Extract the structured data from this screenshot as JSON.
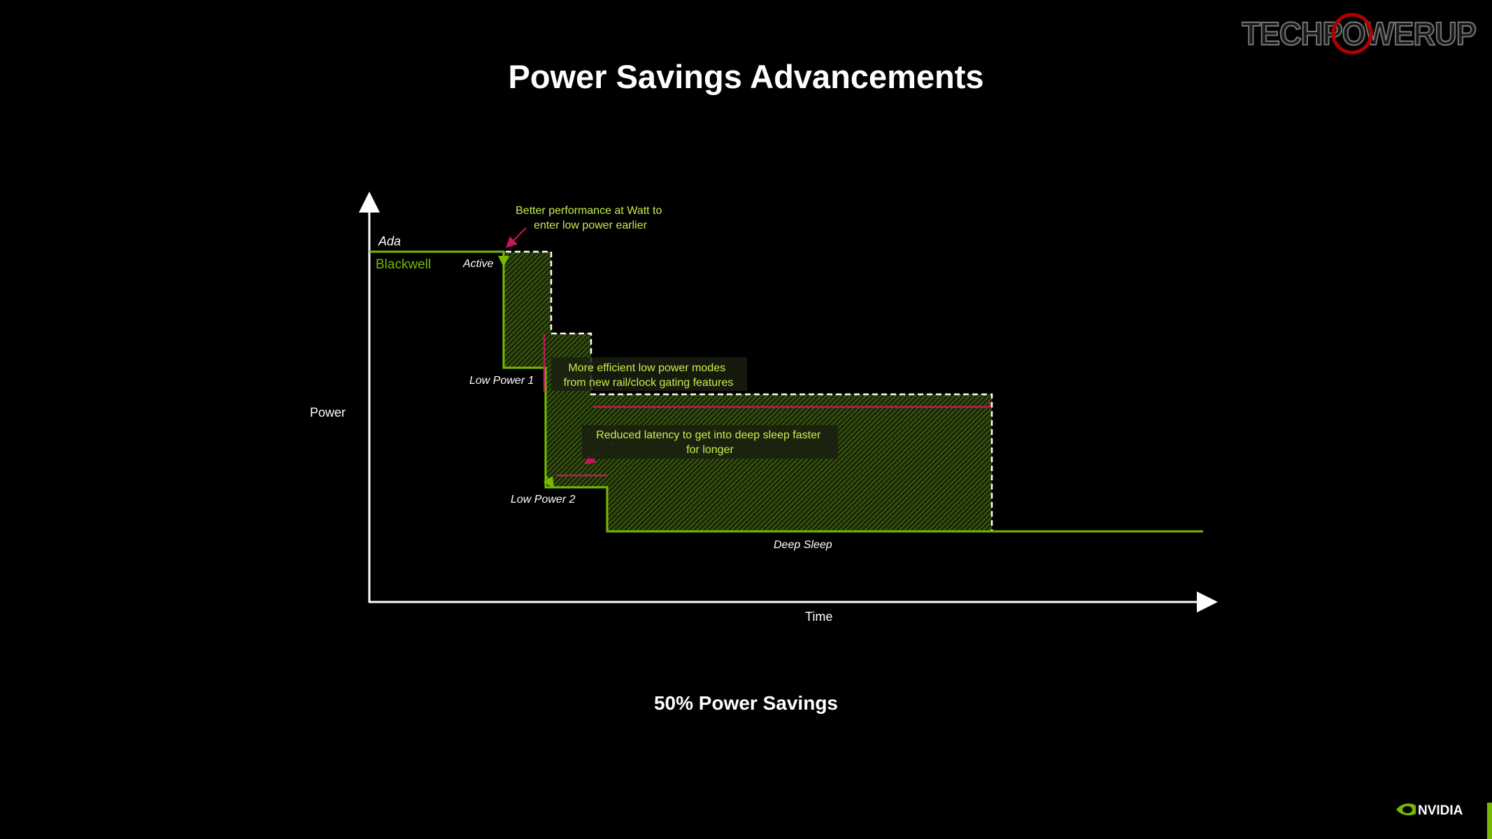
{
  "slide": {
    "title": "Power Savings Advancements",
    "subtitle": "50% Power Savings"
  },
  "branding": {
    "watermark": "TECHPOWERUP",
    "vendor": "NVIDIA",
    "accent_color": "#76b900"
  },
  "chart_data": {
    "type": "line",
    "xlabel": "Time",
    "ylabel": "Power",
    "grid": false,
    "shape": "step",
    "y_numeric_scale": false,
    "x_numeric_scale": false,
    "state_labels": [
      "Active",
      "Low Power 1",
      "Low Power 2",
      "Deep Sleep"
    ],
    "series": [
      {
        "name": "Ada",
        "color": "#ffffff",
        "style": "dashed",
        "states": [
          "Active",
          "Low Power 1",
          "Deep Sleep"
        ]
      },
      {
        "name": "Blackwell",
        "color": "#76b900",
        "style": "solid",
        "states": [
          "Active",
          "Low Power 1",
          "Low Power 2",
          "Deep Sleep"
        ]
      }
    ],
    "annotations": [
      {
        "text": [
          "Better performance at Watt to",
          "enter low power earlier"
        ],
        "color": "#c6ef4a",
        "arrow_color": "#c2185b"
      },
      {
        "text": [
          "More efficient low power modes",
          "from new rail/clock gating features"
        ],
        "color": "#c6ef4a",
        "arrow_color": "#c2185b"
      },
      {
        "text": [
          "Reduced latency to get into deep sleep faster",
          "for longer"
        ],
        "color": "#c6ef4a",
        "arrow_color": "#c2185b"
      }
    ],
    "shaded_region": {
      "meaning": "power saved by Blackwell vs Ada",
      "color": "#76b900",
      "pattern": "hatched"
    }
  }
}
